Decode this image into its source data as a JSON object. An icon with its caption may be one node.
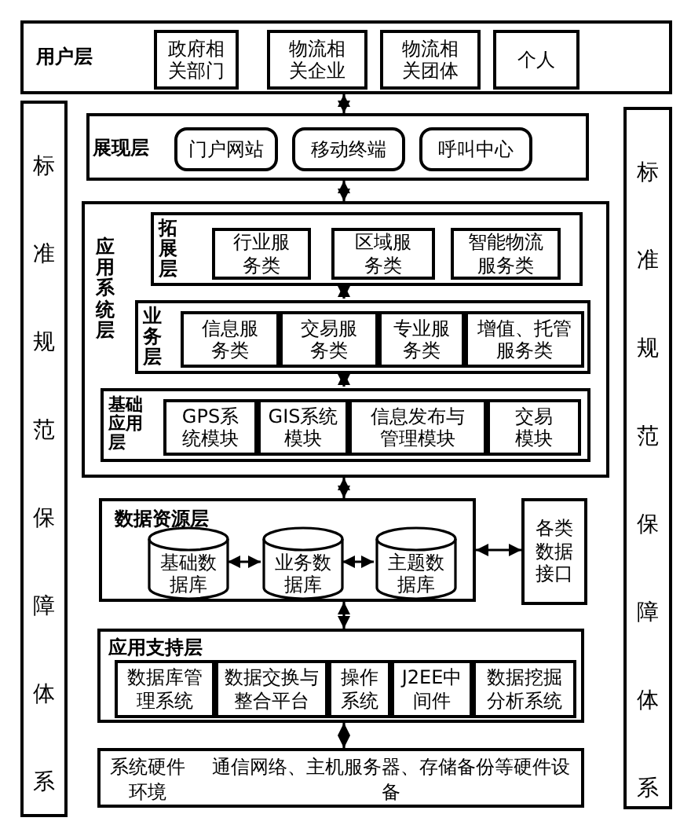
{
  "diagram": {
    "nodes": [
      {
        "text": [
          "用户层"
        ]
      },
      {
        "text": [
          "政府相关部门"
        ],
        "in": 0
      },
      {
        "text": [
          "物流相关企业"
        ],
        "in": 0
      },
      {
        "text": [
          "物流相关团体"
        ],
        "in": 0
      },
      {
        "text": [
          "个人"
        ],
        "in": 0
      },
      {
        "text": [
          "标准规范保障体系"
        ]
      },
      {
        "text": [
          "标准规范保障体系"
        ]
      },
      {
        "text": [
          "展现层"
        ]
      },
      {
        "text": [
          "门户网站"
        ],
        "in": 7
      },
      {
        "text": [
          "移动终端"
        ],
        "in": 7
      },
      {
        "text": [
          "呼叫中心"
        ],
        "in": 7
      },
      {
        "text": [
          "应用系统层"
        ]
      },
      {
        "text": [
          "拓展层"
        ],
        "in": 11
      },
      {
        "text": [
          "行业服务类"
        ],
        "in": 12
      },
      {
        "text": [
          "区域服务类"
        ],
        "in": 12
      },
      {
        "text": [
          "智能物流服务类"
        ],
        "in": 12
      },
      {
        "text": [
          "业务层"
        ],
        "in": 11
      },
      {
        "text": [
          "信息服务类"
        ],
        "in": 16
      },
      {
        "text": [
          "交易服务类"
        ],
        "in": 16
      },
      {
        "text": [
          "专业服务类"
        ],
        "in": 16
      },
      {
        "text": [
          "增值、托管服务类"
        ],
        "in": 16
      },
      {
        "text": [
          "基础应用层"
        ],
        "in": 11
      },
      {
        "text": [
          "GPS系统模块"
        ],
        "in": 21
      },
      {
        "text": [
          "GIS系统模块"
        ],
        "in": 21
      },
      {
        "text": [
          "信息发布与管理模块"
        ],
        "in": 21
      },
      {
        "text": [
          "交易模块"
        ],
        "in": 21
      },
      {
        "text": [
          "数据资源层"
        ]
      },
      {
        "text": [
          "基础数据库"
        ],
        "in": 26
      },
      {
        "text": [
          "业务数据库"
        ],
        "in": 26
      },
      {
        "text": [
          "主题数据库"
        ],
        "in": 26
      },
      {
        "text": [
          "各类数据接口"
        ]
      },
      {
        "text": [
          "应用支持层"
        ]
      },
      {
        "text": [
          "数据库管理系统"
        ],
        "in": 31
      },
      {
        "text": [
          "数据交换与整合平台"
        ],
        "in": 31
      },
      {
        "text": [
          "操作系统"
        ],
        "in": 31
      },
      {
        "text": [
          "J2EE中间件"
        ],
        "in": 31
      },
      {
        "text": [
          "数据挖掘分析系统"
        ],
        "in": 31
      },
      {
        "text": [
          "系统硬件环境",
          "通信网络、主机服务器、存储备份等硬件设备"
        ]
      }
    ],
    "edges": [
      {
        "from": 0,
        "to": 7,
        "arrow": "both"
      },
      {
        "from": 7,
        "to": 11,
        "arrow": "both"
      },
      {
        "from": 12,
        "to": 16,
        "arrow": "both"
      },
      {
        "from": 16,
        "to": 21,
        "arrow": "both"
      },
      {
        "from": 11,
        "to": 26,
        "arrow": "both"
      },
      {
        "from": 27,
        "to": 28,
        "arrow": "both"
      },
      {
        "from": 28,
        "to": 29,
        "arrow": "both"
      },
      {
        "from": 26,
        "to": 30,
        "arrow": "both"
      },
      {
        "from": 26,
        "to": 31,
        "arrow": "both"
      },
      {
        "from": 31,
        "to": 37,
        "arrow": "both"
      }
    ]
  }
}
